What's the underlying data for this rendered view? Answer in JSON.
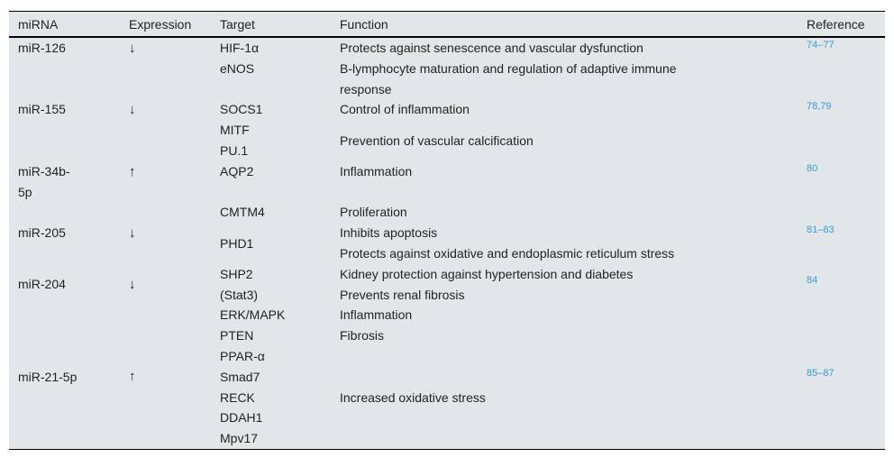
{
  "colors": {
    "table_background": "#e1e7e9",
    "reference_link": "#319ed4",
    "border": "#000000",
    "text": "#222222"
  },
  "table": {
    "headers": [
      "miRNA",
      "Expression",
      "Target",
      "Function",
      "Reference"
    ],
    "blocks": [
      {
        "mirna": "miR-126",
        "expression": "↓",
        "reference": "74–77",
        "targets": [
          "HIF-1α",
          "eNOS"
        ],
        "functions": [
          "Protects against senescence and vascular dysfunction",
          "B-lymphocyte maturation and regulation of adaptive immune response"
        ]
      },
      {
        "mirna": "miR-155",
        "expression": "↓",
        "reference": "78,79",
        "targets": [
          "SOCS1",
          "MITF",
          "PU.1"
        ],
        "functions": [
          "Control of inflammation",
          "Prevention of vascular calcification"
        ]
      },
      {
        "mirna": "miR-34b-5p",
        "expression": "↑",
        "reference": "80",
        "targets": [
          "AQP2"
        ],
        "functions": [
          "Inflammation"
        ]
      },
      {
        "mirna": "miR-205",
        "expression": "↓",
        "reference": "81–83",
        "targets": [
          "CMTM4",
          "PHD1"
        ],
        "functions": [
          "Proliferation",
          "Inhibits apoptosis",
          "Protects against oxidative and endoplasmic reticulum stress"
        ]
      },
      {
        "mirna": "miR-204",
        "expression": "↓",
        "reference": "84",
        "targets": [
          "SHP2",
          "(Stat3)"
        ],
        "functions": [
          "Kidney protection against hypertension and diabetes",
          "Prevents renal fibrosis"
        ]
      },
      {
        "mirna": "miR-21-5p",
        "expression": "↑",
        "reference": "85–87",
        "targets": [
          "ERK/MAPK",
          "PTEN",
          "PPAR-α",
          "Smad7",
          "RECK",
          "DDAH1",
          "Mpv17"
        ],
        "functions": [
          "Inflammation",
          "Fibrosis",
          "Increased oxidative stress"
        ]
      }
    ]
  }
}
